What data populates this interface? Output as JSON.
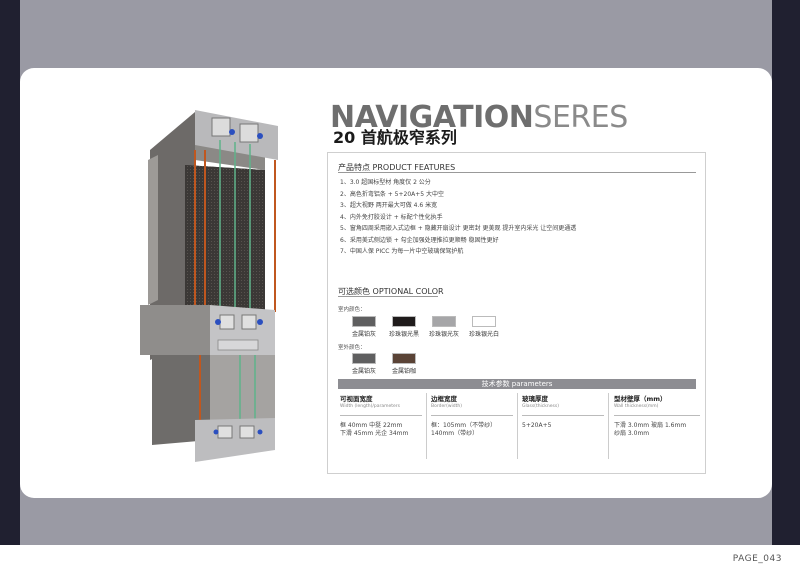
{
  "header": {
    "title_bold": "NAVIGATION",
    "title_light": "SERES",
    "subtitle": "20 首航极窄系列"
  },
  "features": {
    "heading": "产品特点 PRODUCT FEATURES",
    "items": [
      "1、3.0 超国标型材   角度仅 2 公分",
      "2、高色折弯铝条  +  5+20A+5 大中空",
      "3、超大视野   两开最大可做 4.6 米宽",
      "4、内外免打胶设计  +  标配个性化执手",
      "5、窗角四周采用嵌入式边框 + 隐藏开扇设计    更密封  更美观    提升室内采光    让空间更通透",
      "6、采用美式侧边锁 + 勾企加强处理推拉更顺畅    稳固性更好",
      "7、中国人保 PICC 为每一片中空玻璃保驾护航"
    ]
  },
  "colors": {
    "heading": "可选颜色 OPTIONAL COLOR",
    "indoor_label": "室内颜色：",
    "indoor": [
      {
        "name": "金属铂灰",
        "hex": "#5f5f60"
      },
      {
        "name": "珍珠银光黑",
        "hex": "#1f1b1b"
      },
      {
        "name": "珍珠银光灰",
        "hex": "#a6a6a8"
      },
      {
        "name": "珍珠银光白",
        "hex": "#ffffff"
      }
    ],
    "outdoor_label": "室外颜色：",
    "outdoor": [
      {
        "name": "金属铂灰",
        "hex": "#5f5f60"
      },
      {
        "name": "金属铂咖",
        "hex": "#5a4336"
      }
    ]
  },
  "tech": {
    "bar_label": "技术参数 parameters",
    "columns": [
      {
        "title": "可视面宽度",
        "subtitle": "Width (length)/parameters",
        "lines": [
          "框 40mm       中挺 22mm",
          "下滑 45mm    光企 34mm"
        ]
      },
      {
        "title": "边框宽度",
        "subtitle": "Border(width)",
        "lines": [
          "框：105mm（不带纱）",
          "       140mm（带纱）"
        ]
      },
      {
        "title": "玻璃厚度",
        "subtitle": "Glass(thickness)",
        "lines": [
          "5+20A+5"
        ]
      },
      {
        "title": "型材壁厚（mm）",
        "subtitle": "Wall thickness(mm)",
        "lines": [
          "下滑 3.0mm    玻扇 1.6mm",
          "纱扇 3.0mm"
        ]
      }
    ]
  },
  "footer": {
    "page": "PAGE_043"
  }
}
